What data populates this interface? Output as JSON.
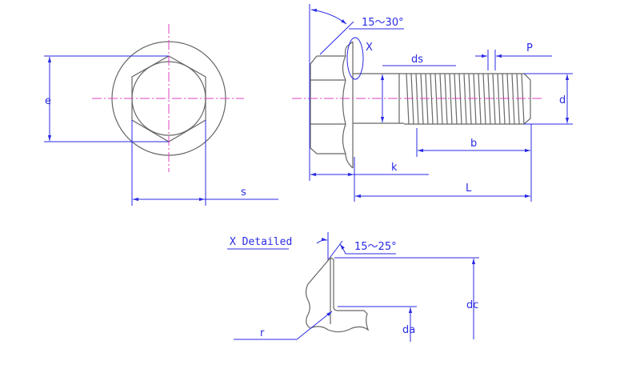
{
  "title": "Hex flange bolt dimension drawing",
  "labels": {
    "e": "e",
    "s": "s",
    "head_angle": "15～30°",
    "x_mark": "X",
    "ds": "ds",
    "p": "P",
    "d": "d",
    "b": "b",
    "k": "k",
    "L": "L",
    "detail_title": "X Detailed",
    "detail_angle": "15～25°",
    "dc": "dc",
    "da": "da",
    "r": "r"
  },
  "colors": {
    "dimension": "#2a2ae6",
    "part": "#666666",
    "centerline": "#e040c0"
  }
}
